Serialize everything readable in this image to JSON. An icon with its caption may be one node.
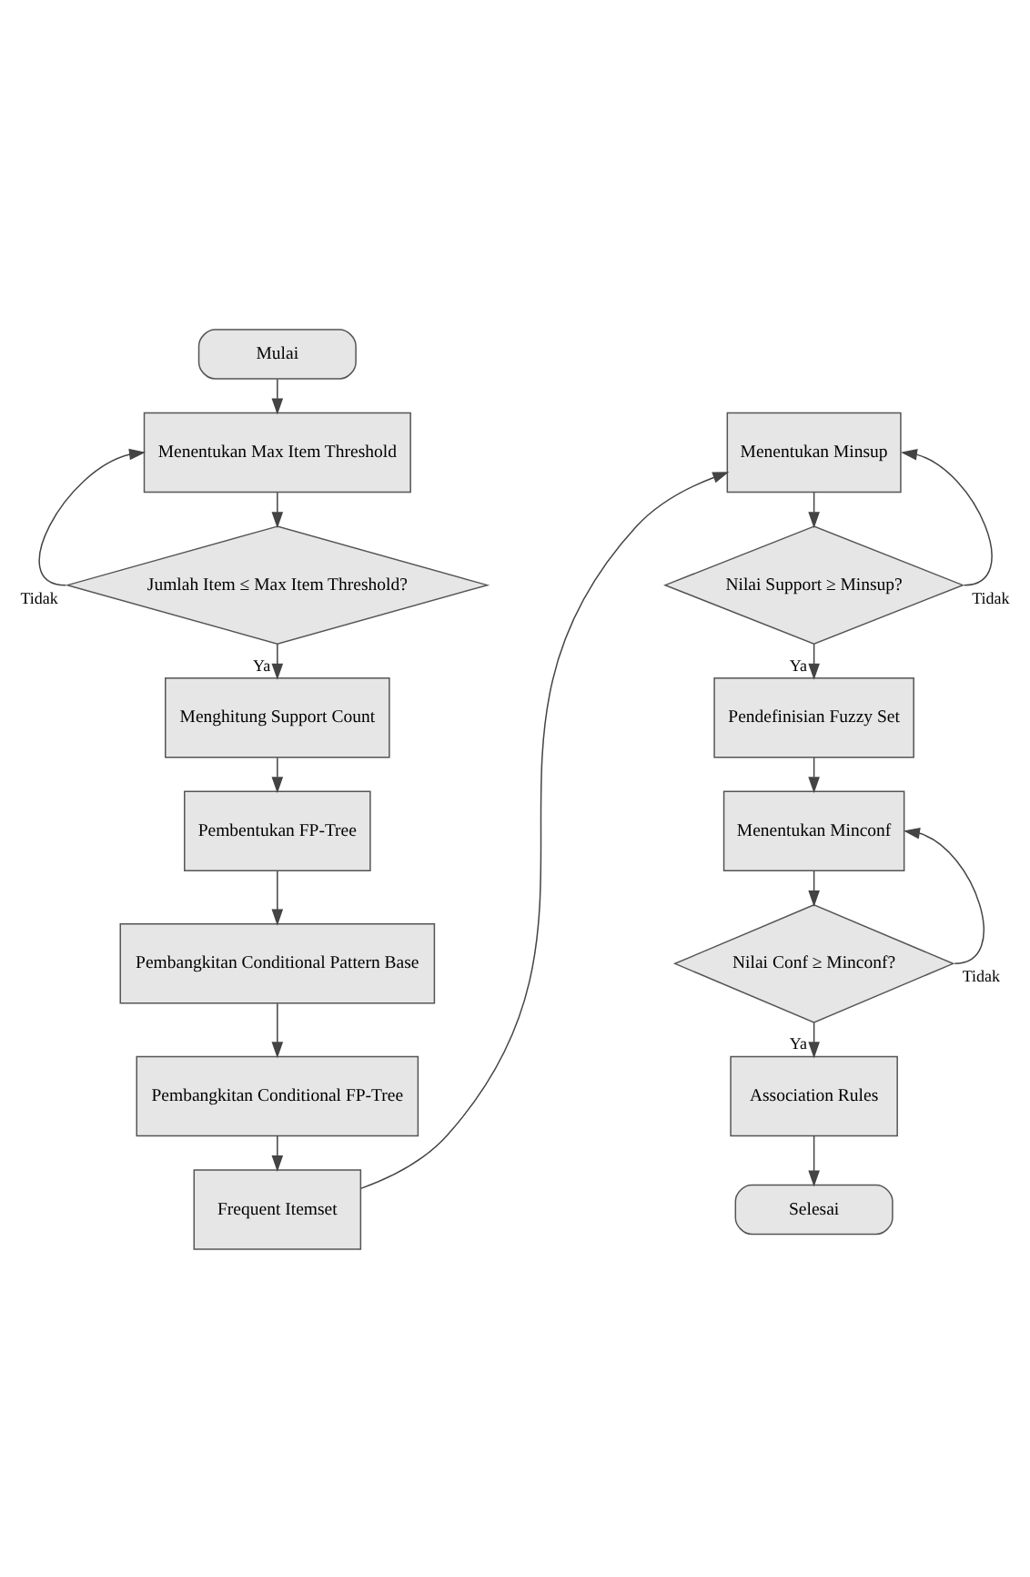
{
  "diagram": {
    "nodes": [
      {
        "text": [
          "Mulai"
        ]
      },
      {
        "text": [
          "Menentukan Max Item Threshold"
        ]
      },
      {
        "text": [
          "Jumlah Item ≤ Max Item Threshold?"
        ]
      },
      {
        "text": [
          "Menghitung Support Count"
        ]
      },
      {
        "text": [
          "Pembentukan FP-Tree"
        ]
      },
      {
        "text": [
          "Pembangkitan Conditional Pattern Base"
        ]
      },
      {
        "text": [
          "Pembangkitan Conditional FP-Tree"
        ]
      },
      {
        "text": [
          "Frequent Itemset"
        ]
      },
      {
        "text": [
          "Menentukan Minsup"
        ]
      },
      {
        "text": [
          "Nilai Support ≥ Minsup?"
        ]
      },
      {
        "text": [
          "Pendefinisian Fuzzy Set"
        ]
      },
      {
        "text": [
          "Menentukan Minconf"
        ]
      },
      {
        "text": [
          "Nilai Conf ≥ Minconf?"
        ]
      },
      {
        "text": [
          "Association Rules"
        ]
      },
      {
        "text": [
          "Selesai"
        ]
      }
    ],
    "edges": [
      {
        "from": 0,
        "to": 1,
        "arrow": "to"
      },
      {
        "from": 1,
        "to": 2,
        "arrow": "to"
      },
      {
        "from": 2,
        "to": 1,
        "arrow": "to",
        "label": "Tidak"
      },
      {
        "from": 2,
        "to": 3,
        "arrow": "to",
        "label": "Ya"
      },
      {
        "from": 3,
        "to": 4,
        "arrow": "to"
      },
      {
        "from": 4,
        "to": 5,
        "arrow": "to"
      },
      {
        "from": 5,
        "to": 6,
        "arrow": "to"
      },
      {
        "from": 6,
        "to": 7,
        "arrow": "to"
      },
      {
        "from": 7,
        "to": 8,
        "arrow": "to"
      },
      {
        "from": 8,
        "to": 9,
        "arrow": "to"
      },
      {
        "from": 9,
        "to": 8,
        "arrow": "to",
        "label": "Tidak"
      },
      {
        "from": 9,
        "to": 10,
        "arrow": "to",
        "label": "Ya"
      },
      {
        "from": 10,
        "to": 11,
        "arrow": "to"
      },
      {
        "from": 11,
        "to": 12,
        "arrow": "to"
      },
      {
        "from": 12,
        "to": 11,
        "arrow": "to",
        "label": "Tidak"
      },
      {
        "from": 12,
        "to": 13,
        "arrow": "to",
        "label": "Ya"
      },
      {
        "from": 13,
        "to": 14,
        "arrow": "to"
      }
    ]
  }
}
